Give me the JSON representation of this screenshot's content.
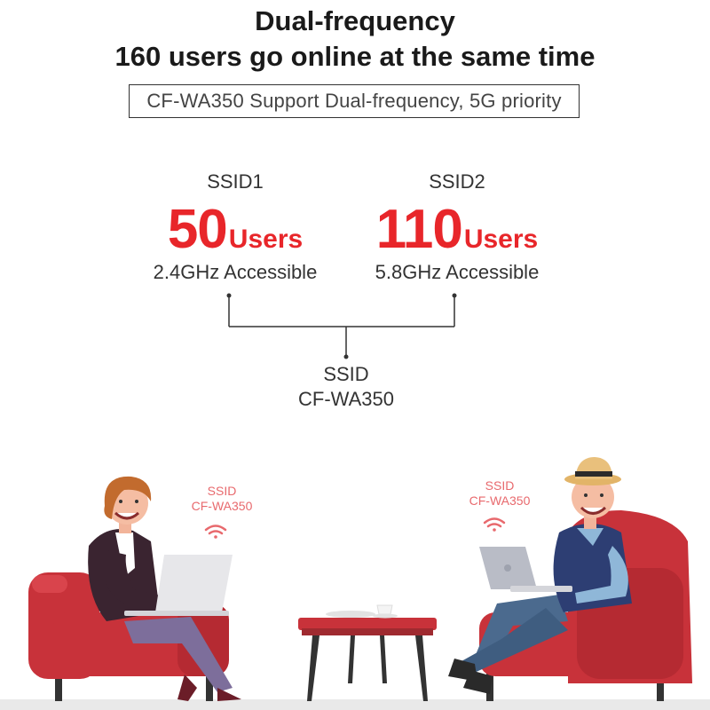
{
  "header": {
    "title_line1": "Dual-frequency",
    "title_line2": "160 users go online at the same time",
    "subtitle": "CF-WA350 Support Dual-frequency, 5G priority"
  },
  "ssid1": {
    "name": "SSID1",
    "count": "50",
    "unit": "Users",
    "band": "2.4GHz Accessible"
  },
  "ssid2": {
    "name": "SSID2",
    "count": "110",
    "unit": "Users",
    "band": "5.8GHz Accessible"
  },
  "combined": {
    "label": "SSID",
    "name": "CF-WA350"
  },
  "illustration": {
    "left_bubble": {
      "line1": "SSID",
      "line2": "CF-WA350",
      "icon": "wifi-icon"
    },
    "right_bubble": {
      "line1": "SSID",
      "line2": "CF-WA350",
      "icon": "wifi-icon"
    },
    "colors": {
      "accent": "#e8262a",
      "chair": "#c8323a",
      "wifi": "#e8696d"
    }
  }
}
